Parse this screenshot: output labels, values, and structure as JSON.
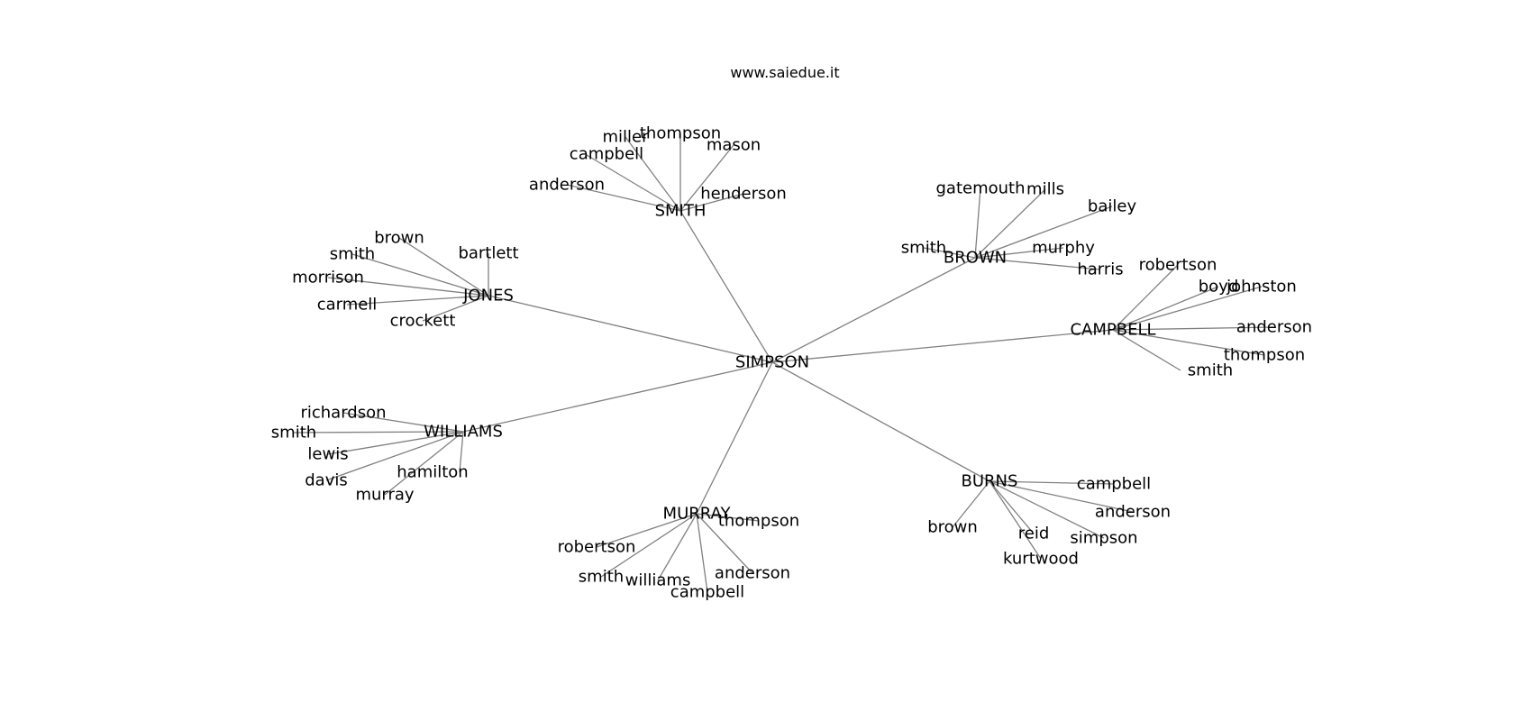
{
  "title": "www.saiedue.it",
  "graph": {
    "root": "SIMPSON",
    "groups": [
      {
        "name": "SMITH",
        "children": [
          "anderson",
          "campbell",
          "miller",
          "thompson",
          "mason",
          "henderson"
        ]
      },
      {
        "name": "JONES",
        "children": [
          "brown",
          "smith",
          "morrison",
          "carmell",
          "crockett",
          "bartlett"
        ]
      },
      {
        "name": "BROWN",
        "children": [
          "gatemouth",
          "mills",
          "bailey",
          "smith",
          "murphy",
          "harris"
        ]
      },
      {
        "name": "CAMPBELL",
        "children": [
          "robertson",
          "boyd",
          "johnston",
          "anderson",
          "thompson",
          "smith"
        ]
      },
      {
        "name": "WILLIAMS",
        "children": [
          "richardson",
          "smith",
          "lewis",
          "davis",
          "murray",
          "hamilton"
        ]
      },
      {
        "name": "MURRAY",
        "children": [
          "thompson",
          "robertson",
          "smith",
          "williams",
          "campbell",
          "anderson"
        ]
      },
      {
        "name": "BURNS",
        "children": [
          "campbell",
          "anderson",
          "simpson",
          "reid",
          "kurtwood",
          "brown"
        ]
      }
    ]
  }
}
